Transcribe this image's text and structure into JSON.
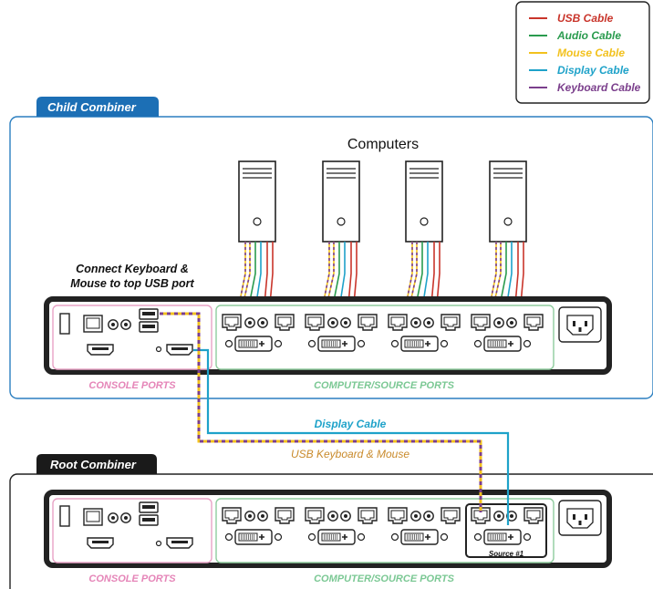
{
  "legend": {
    "items": [
      {
        "label": "USB Cable",
        "color": "#c9352b"
      },
      {
        "label": "Audio Cable",
        "color": "#2a9b4e"
      },
      {
        "label": "Mouse Cable",
        "color": "#f2c11d"
      },
      {
        "label": "Display Cable",
        "color": "#1ea2c9"
      },
      {
        "label": "Keyboard Cable",
        "color": "#7b3f8c"
      }
    ]
  },
  "child": {
    "tab_label": "Child Combiner",
    "computers_label": "Computers",
    "note_line1": "Connect Keyboard &",
    "note_line2": "Mouse to top USB port",
    "console_label": "CONSOLE PORTS",
    "source_label": "COMPUTER/SOURCE PORTS"
  },
  "root": {
    "tab_label": "Root Combiner",
    "console_label": "CONSOLE PORTS",
    "source_label": "COMPUTER/SOURCE PORTS",
    "source1_label": "Source #1"
  },
  "cables": {
    "display_label": "Display Cable",
    "usb_label": "USB Keyboard & Mouse"
  },
  "colors": {
    "tab_bg": "#1c6fb5",
    "frame": "#2b7fc0",
    "console_box": "#e8a3c6",
    "source_box": "#8fcc9e",
    "console_text": "#e585b8",
    "source_text": "#7bc894",
    "display_text": "#1ea2c9",
    "usb_text": "#c98a2b"
  }
}
